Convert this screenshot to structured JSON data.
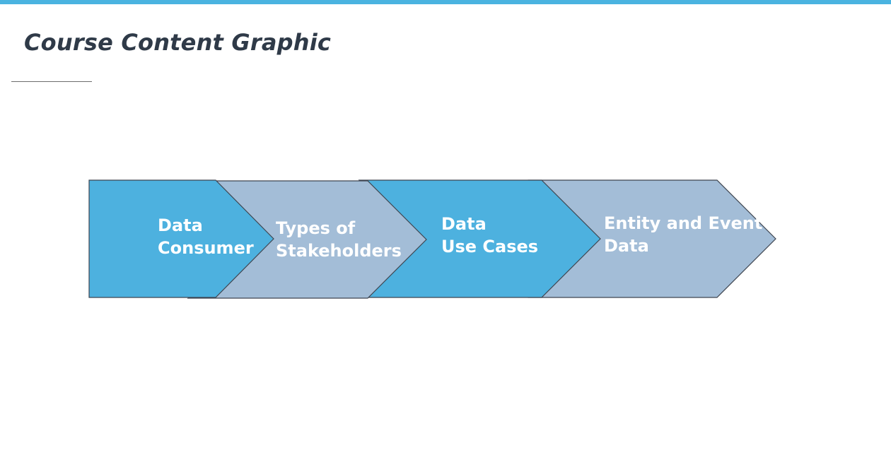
{
  "colors": {
    "accent_bar": "#4ab3e0",
    "title": "#2f3a48",
    "rule": "#6c6c6c",
    "blue_fill": "#4db1df",
    "gray_fill": "#a3bdd7",
    "stroke": "#3e4550"
  },
  "page": {
    "title": "Course Content Graphic"
  },
  "process": {
    "steps": [
      {
        "lines": [
          "Data",
          "Consumer"
        ],
        "fill": "blue"
      },
      {
        "lines": [
          "Types of",
          "Stakeholders"
        ],
        "fill": "gray"
      },
      {
        "lines": [
          "Data",
          "Use Cases"
        ],
        "fill": "blue"
      },
      {
        "lines": [
          "Entity and Event",
          "Data"
        ],
        "fill": "gray"
      }
    ]
  }
}
